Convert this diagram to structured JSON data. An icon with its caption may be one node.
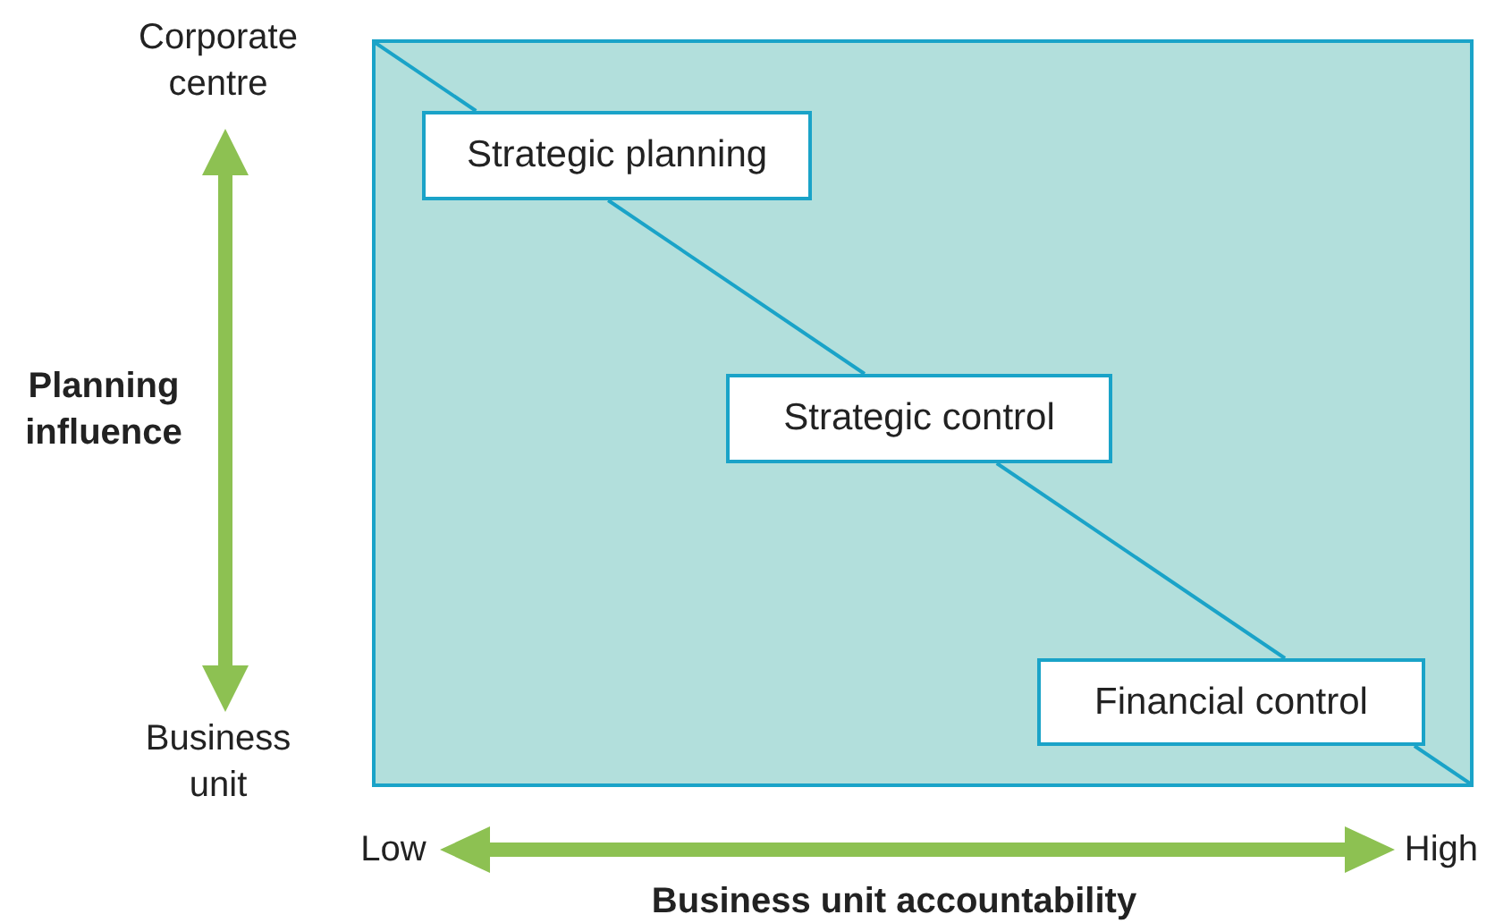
{
  "diagram": {
    "nodes": [
      {
        "text": [],
        "shape": "box"
      },
      {
        "text": [
          "Strategic planning"
        ],
        "in": 0
      },
      {
        "text": [
          "Strategic control"
        ],
        "in": 0
      },
      {
        "text": [
          "Financial control"
        ],
        "in": 0
      }
    ],
    "edges": [
      {
        "from": 1,
        "to": 2,
        "arrow": "none"
      },
      {
        "from": 2,
        "to": 3,
        "arrow": "none"
      }
    ],
    "labels": [
      "Corporate centre",
      "Planning influence",
      "Business unit",
      "Low",
      "High",
      "Business unit accountability"
    ]
  }
}
